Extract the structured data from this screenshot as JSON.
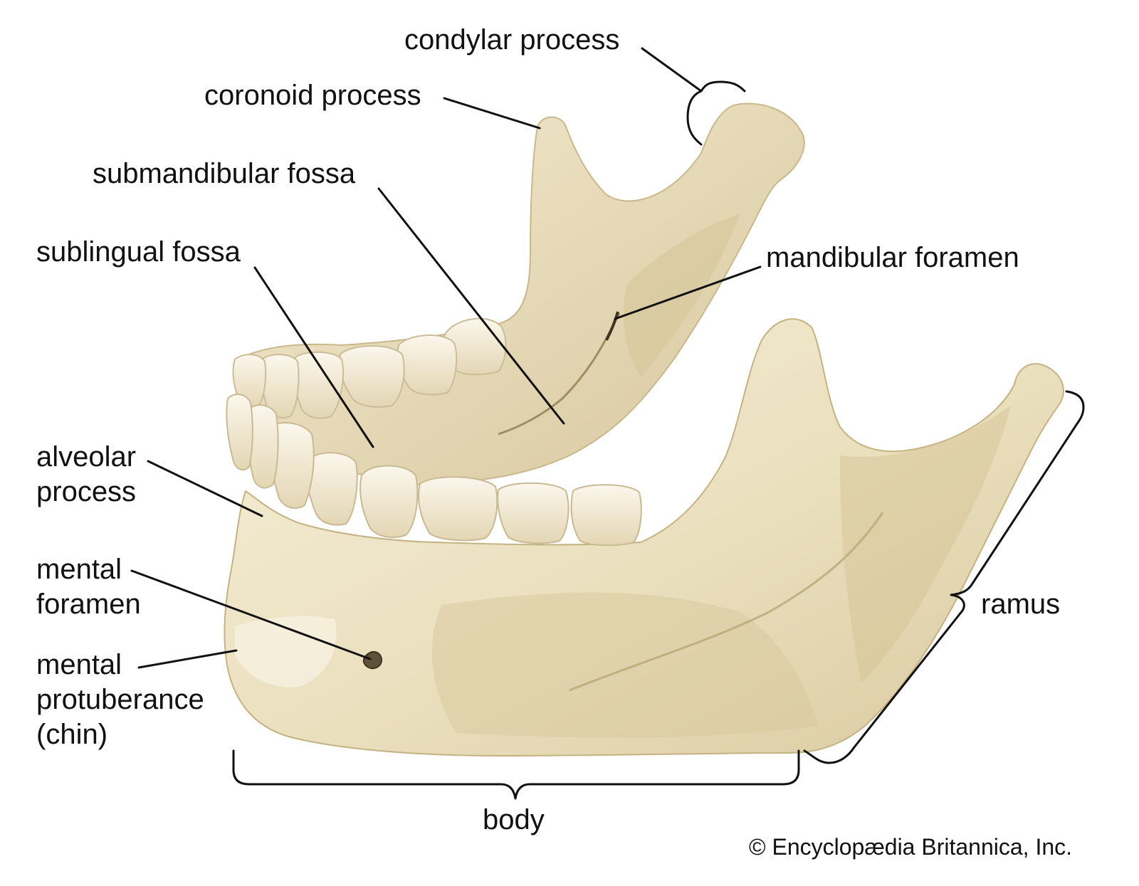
{
  "colors": {
    "bone": "#ede2c2",
    "bone_light": "#f7f0dc",
    "bone_shadow": "#cdbd93",
    "bone_dark": "#a8966a",
    "tooth": "#f4eddb",
    "tooth_shadow": "#d6c9a6",
    "leader": "#111111",
    "text": "#111111"
  },
  "labels": {
    "condylar_process": "condylar process",
    "coronoid_process": "coronoid process",
    "submandibular_fossa": "submandibular fossa",
    "sublingual_fossa": "sublingual fossa",
    "mandibular_foramen": "mandibular foramen",
    "alveolar_process": [
      "alveolar",
      "process"
    ],
    "mental_foramen": [
      "mental",
      "foramen"
    ],
    "mental_protuberance": [
      "mental",
      "protuberance",
      "(chin)"
    ],
    "ramus": "ramus",
    "body": "body"
  },
  "credit": "© Encyclopædia Britannica, Inc."
}
